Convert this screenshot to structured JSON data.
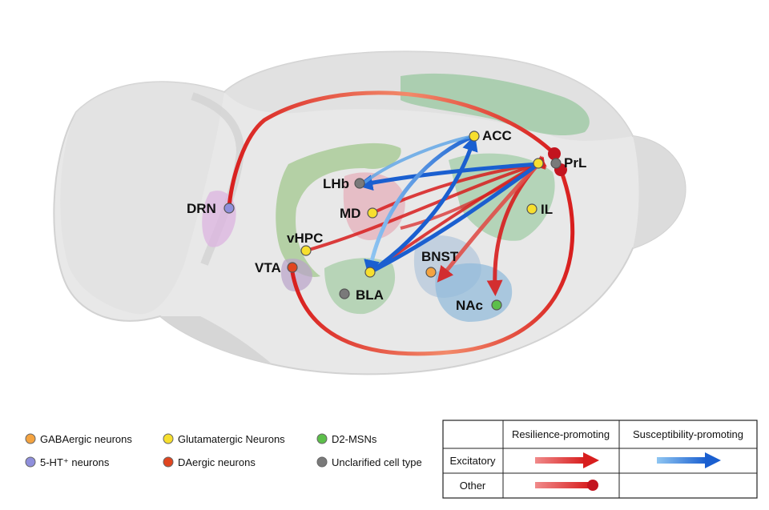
{
  "regions": {
    "acc": "ACC",
    "prl": "PrL",
    "lhb": "LHb",
    "md": "MD",
    "il": "IL",
    "drn": "DRN",
    "vhpc": "vHPC",
    "vta": "VTA",
    "bnst": "BNST",
    "bla": "BLA",
    "nac": "NAc"
  },
  "legend": {
    "gaba": "GABAergic neurons",
    "glut": "Glutamatergic Neurons",
    "d2": "D2-MSNs",
    "serotonin": "5-HT⁺ neurons",
    "dopamine": "DAergic neurons",
    "unclarified": "Unclarified cell type"
  },
  "table": {
    "col_resilience": "Resilience-promoting",
    "col_susceptibility": "Susceptibility-promoting",
    "row_excitatory": "Excitatory",
    "row_other": "Other"
  },
  "colors": {
    "gaba": "#f4a340",
    "glut": "#f7df2e",
    "d2": "#5cbf4a",
    "serotonin": "#8f8fdc",
    "dopamine": "#e0451f",
    "unclarified": "#7a7a7a",
    "resilience": "#d81e1e",
    "susceptibility": "#1a5fd0"
  }
}
